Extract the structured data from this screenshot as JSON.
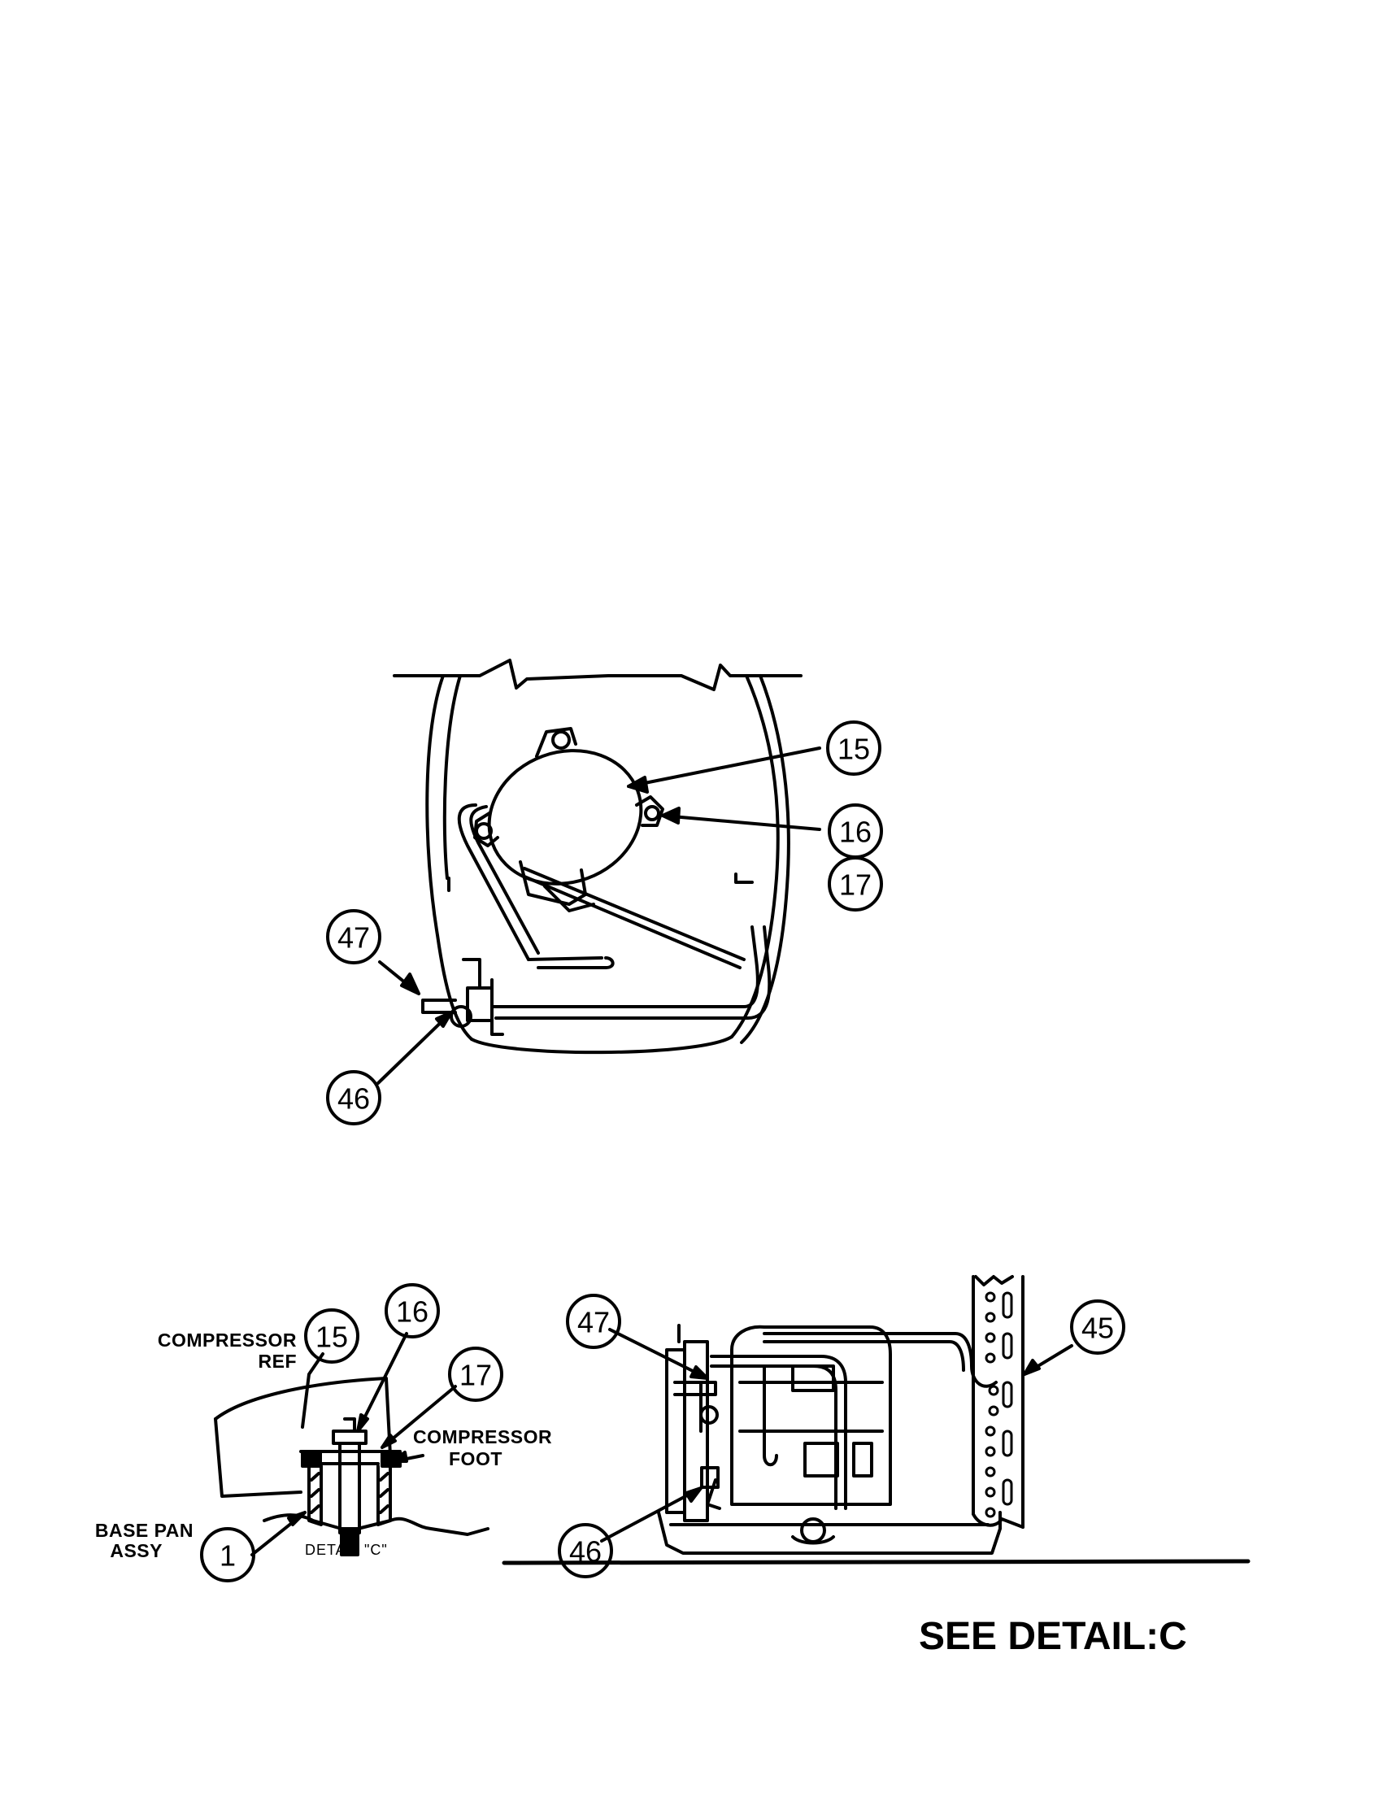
{
  "top_view": {
    "callouts": [
      "15",
      "16",
      "17",
      "47",
      "46"
    ]
  },
  "detail_c": {
    "labels": {
      "compressor_ref_line1": "COMPRESSOR",
      "compressor_ref_line2": "REF",
      "compressor_foot_line1": "COMPRESSOR",
      "compressor_foot_line2": "FOOT",
      "base_pan_line1": "BASE PAN",
      "base_pan_line2": "ASSY",
      "detail_caption": "DETAIL \"C\""
    },
    "callouts": [
      "15",
      "16",
      "17",
      "1"
    ]
  },
  "side_view": {
    "callouts": [
      "47",
      "46",
      "45"
    ]
  },
  "footer": {
    "see_detail": "SEE DETAIL:C"
  },
  "colors": {
    "ink": "#000000",
    "paper": "#ffffff"
  }
}
